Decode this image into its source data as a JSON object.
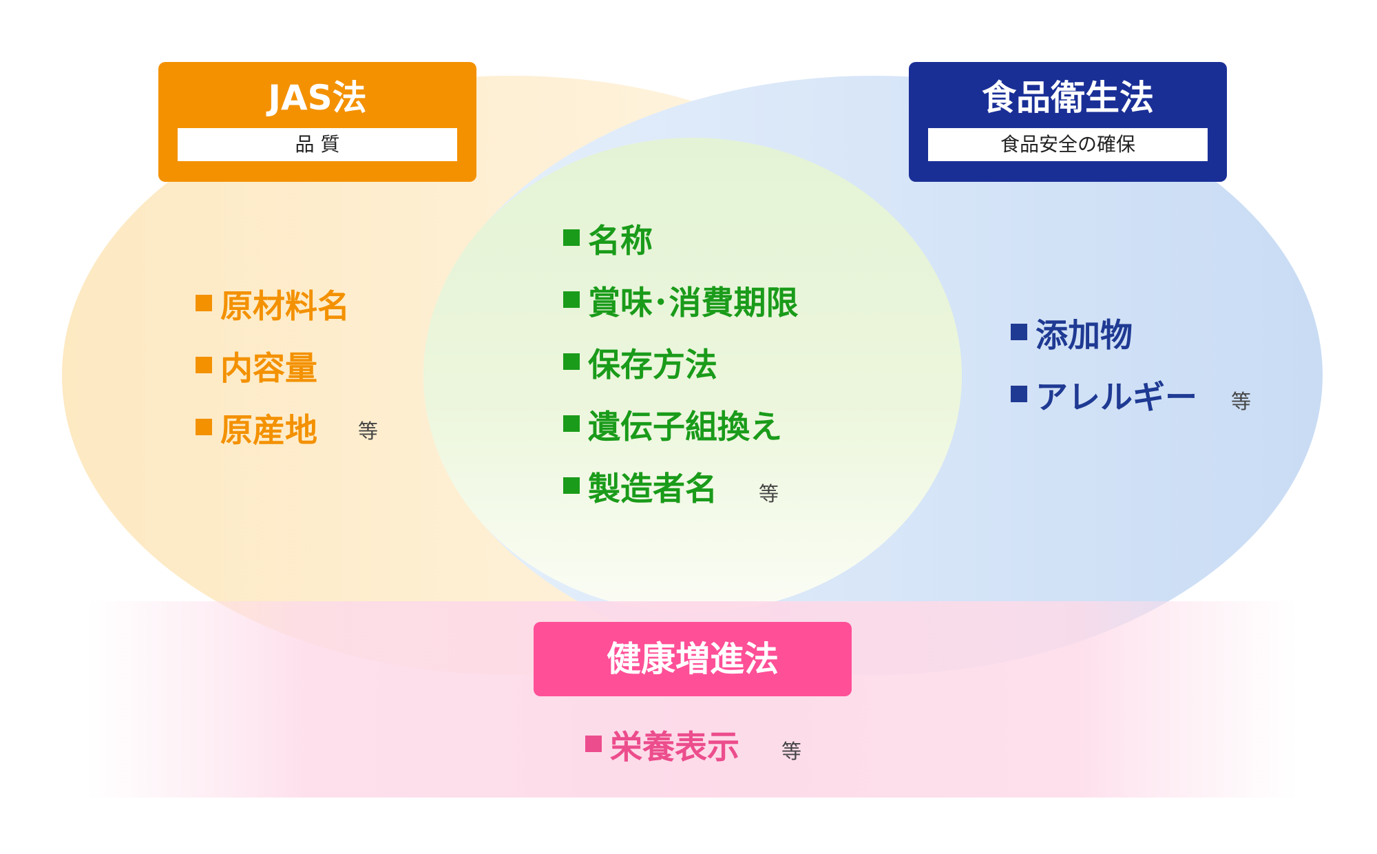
{
  "jas": {
    "title": "JAS法",
    "subtitle": "品 質",
    "items": [
      "原材料名",
      "内容量",
      "原産地"
    ],
    "etc": "等",
    "color": "#f39100"
  },
  "shokuhin": {
    "title": "食品衛生法",
    "subtitle": "食品安全の確保",
    "items": [
      "添加物",
      "アレルギー"
    ],
    "etc": "等",
    "color": "#1a2f96"
  },
  "common": {
    "items": [
      "名称",
      "賞味･消費期限",
      "保存方法",
      "遺伝子組換え",
      "製造者名"
    ],
    "etc": "等",
    "color": "#1a9b1a"
  },
  "kenko": {
    "title": "健康増進法",
    "items": [
      "栄養表示"
    ],
    "etc": "等",
    "color": "#ff4f97"
  }
}
